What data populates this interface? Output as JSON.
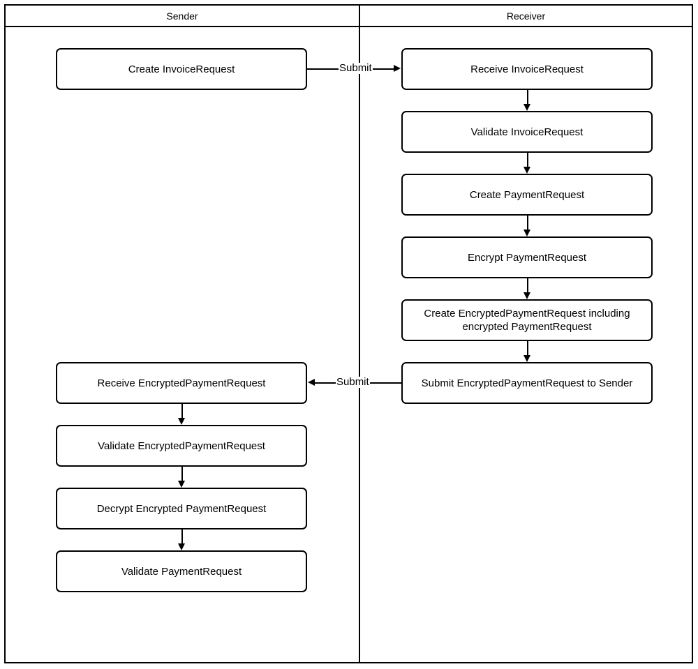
{
  "diagram": {
    "type": "swimlane-flowchart",
    "lanes": [
      {
        "id": "sender",
        "title": "Sender"
      },
      {
        "id": "receiver",
        "title": "Receiver"
      }
    ],
    "nodes": [
      {
        "id": "n1",
        "lane": "sender",
        "label": "Create InvoiceRequest"
      },
      {
        "id": "n2",
        "lane": "receiver",
        "label": "Receive InvoiceRequest"
      },
      {
        "id": "n3",
        "lane": "receiver",
        "label": "Validate InvoiceRequest"
      },
      {
        "id": "n4",
        "lane": "receiver",
        "label": "Create PaymentRequest"
      },
      {
        "id": "n5",
        "lane": "receiver",
        "label": "Encrypt PaymentRequest"
      },
      {
        "id": "n6",
        "lane": "receiver",
        "label": "Create EncryptedPaymentRequest including encrypted PaymentRequest"
      },
      {
        "id": "n7",
        "lane": "receiver",
        "label": "Submit EncryptedPaymentRequest to Sender"
      },
      {
        "id": "n8",
        "lane": "sender",
        "label": "Receive EncryptedPaymentRequest"
      },
      {
        "id": "n9",
        "lane": "sender",
        "label": "Validate EncryptedPaymentRequest"
      },
      {
        "id": "n10",
        "lane": "sender",
        "label": "Decrypt Encrypted PaymentRequest"
      },
      {
        "id": "n11",
        "lane": "sender",
        "label": "Validate PaymentRequest"
      }
    ],
    "edges": [
      {
        "id": "e1",
        "from": "n1",
        "to": "n2",
        "label": "Submit",
        "direction": "right"
      },
      {
        "id": "e2",
        "from": "n2",
        "to": "n3",
        "label": "",
        "direction": "down"
      },
      {
        "id": "e3",
        "from": "n3",
        "to": "n4",
        "label": "",
        "direction": "down"
      },
      {
        "id": "e4",
        "from": "n4",
        "to": "n5",
        "label": "",
        "direction": "down"
      },
      {
        "id": "e5",
        "from": "n5",
        "to": "n6",
        "label": "",
        "direction": "down"
      },
      {
        "id": "e6",
        "from": "n6",
        "to": "n7",
        "label": "",
        "direction": "down"
      },
      {
        "id": "e7",
        "from": "n7",
        "to": "n8",
        "label": "Submit",
        "direction": "left"
      },
      {
        "id": "e8",
        "from": "n8",
        "to": "n9",
        "label": "",
        "direction": "down"
      },
      {
        "id": "e9",
        "from": "n9",
        "to": "n10",
        "label": "",
        "direction": "down"
      },
      {
        "id": "e10",
        "from": "n10",
        "to": "n11",
        "label": "",
        "direction": "down"
      }
    ],
    "colors": {
      "stroke": "#000000",
      "fill": "#ffffff",
      "text": "#000000"
    }
  }
}
